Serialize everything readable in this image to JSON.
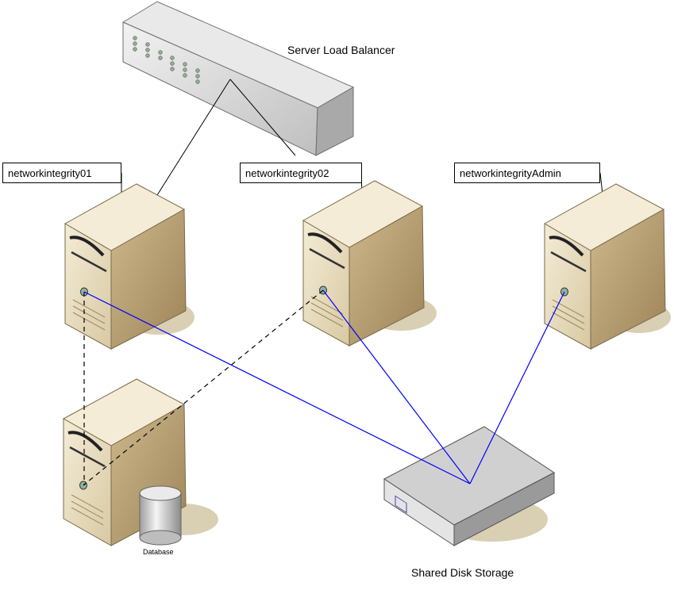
{
  "diagram": {
    "captions": {
      "load_balancer": "Server Load Balancer",
      "storage": "Shared Disk Storage",
      "database": "Database"
    },
    "servers": [
      {
        "label": "networkintegrity01"
      },
      {
        "label": "networkintegrity02"
      },
      {
        "label": "networkintegrityAdmin"
      }
    ],
    "colors": {
      "server_body": "#e6dcc0",
      "server_shade": "#b39b6e",
      "shadow": "#d9cfb3",
      "storage_link": "#0000ff",
      "db_link": "#000000"
    }
  }
}
